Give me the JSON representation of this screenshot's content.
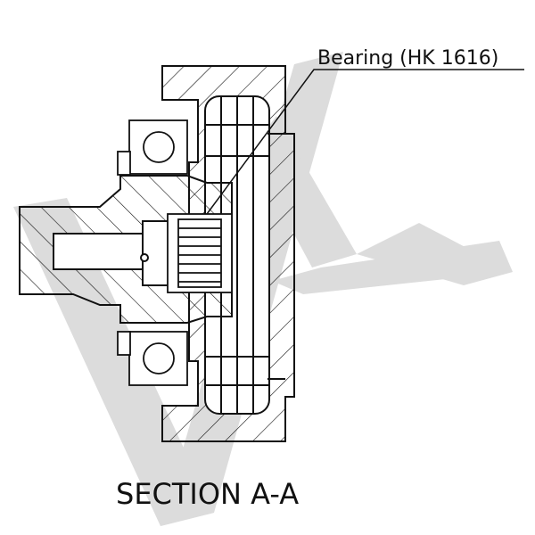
{
  "callout": {
    "label": "Bearing (HK 1616)"
  },
  "section": {
    "title": "SECTION A-A"
  },
  "colors": {
    "line": "#111111",
    "watermark": "#dcdcdc",
    "background": "#ffffff"
  },
  "watermark": {
    "description": "large grey VK-style logo behind drawing"
  }
}
